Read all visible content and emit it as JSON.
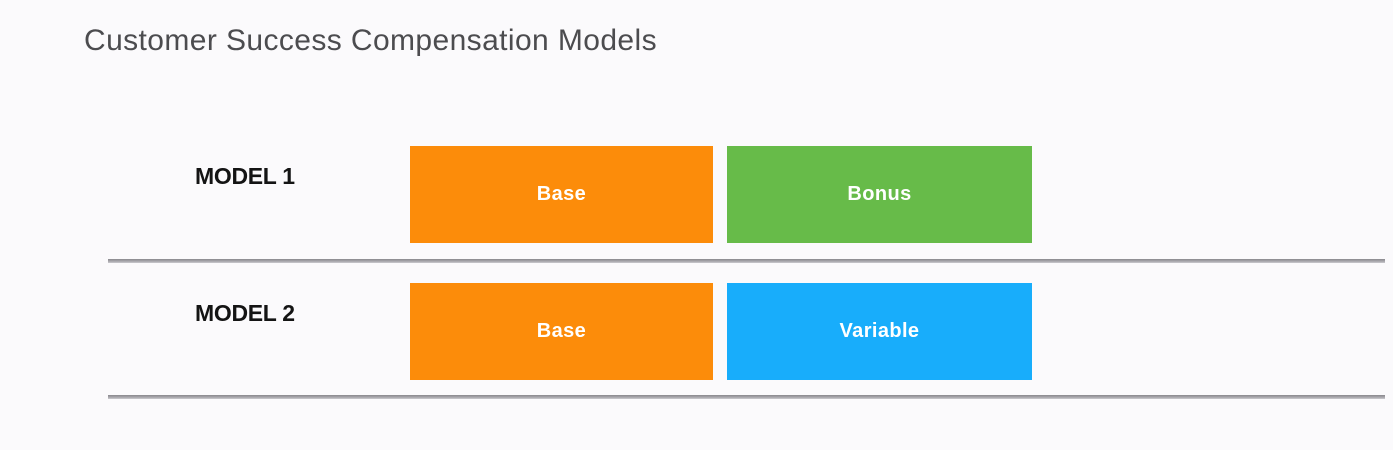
{
  "title": "Customer Success Compensation Models",
  "colors": {
    "orange": "#FC8C0A",
    "green": "#67BB49",
    "blue": "#18ADFB",
    "divider": "#A2A1A6",
    "title_text": "#4C4C4F",
    "label_text": "#141414",
    "bar_text": "#FFFFFF",
    "background": "#FBFAFC"
  },
  "models": [
    {
      "label": "MODEL 1",
      "segments": [
        {
          "text": "Base",
          "color_key": "orange"
        },
        {
          "text": "Bonus",
          "color_key": "green"
        }
      ]
    },
    {
      "label": "MODEL 2",
      "segments": [
        {
          "text": "Base",
          "color_key": "orange"
        },
        {
          "text": "Variable",
          "color_key": "blue"
        }
      ]
    }
  ]
}
